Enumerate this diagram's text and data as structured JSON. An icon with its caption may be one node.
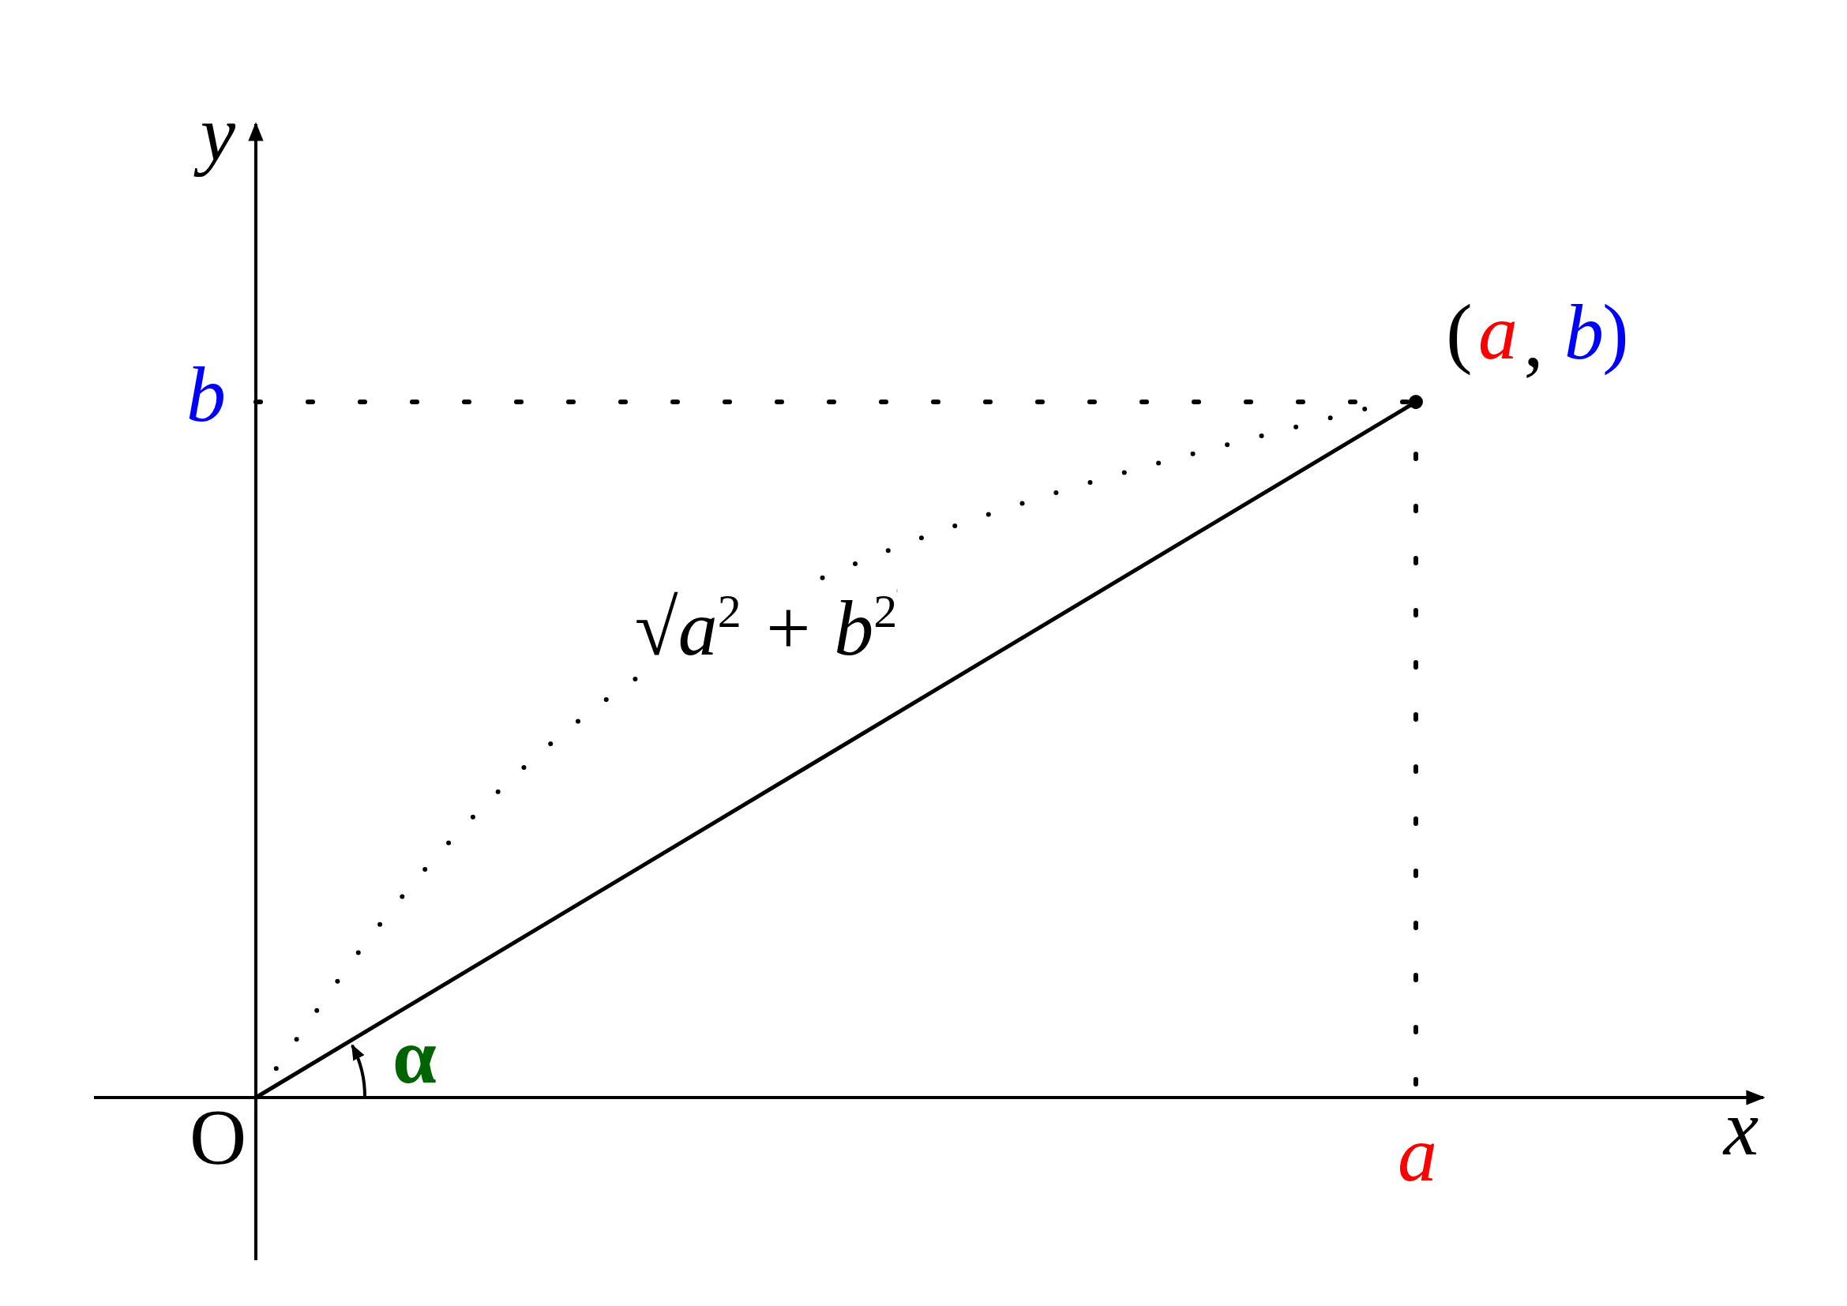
{
  "diagram": {
    "labels": [
      "y",
      "b",
      "(",
      "a",
      ",",
      "b",
      ")",
      "√a$^{2}$ + b$^{2}$",
      "α",
      "O",
      "a",
      "x"
    ]
  }
}
